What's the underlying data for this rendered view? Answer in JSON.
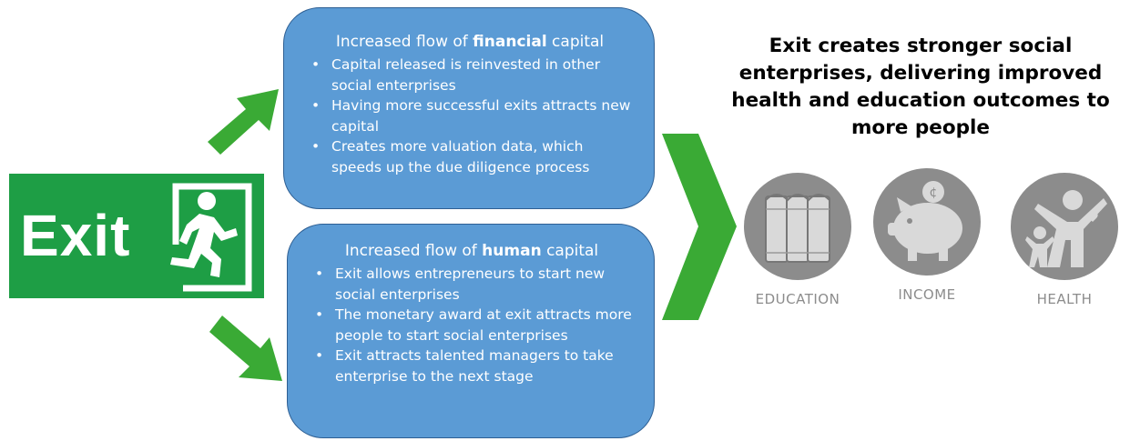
{
  "exit_sign": {
    "label": "Exit",
    "color": "#1e9e45"
  },
  "financial_box": {
    "title_prefix": "Increased flow of ",
    "title_emphasis": "financial",
    "title_suffix": " capital",
    "bullets": [
      "Capital released is reinvested in other social enterprises",
      "Having more successful exits attracts new capital",
      "Creates more valuation data, which speeds up the due diligence process"
    ]
  },
  "human_box": {
    "title_prefix": "Increased flow of ",
    "title_emphasis": "human",
    "title_suffix": " capital",
    "bullets": [
      "Exit allows entrepreneurs to start new social enterprises",
      "The monetary award at exit attracts more people to start social enterprises",
      "Exit attracts talented managers to take enterprise to the next stage"
    ]
  },
  "outcome_heading": "Exit creates stronger social enterprises, delivering improved health and education outcomes to more people",
  "outcomes": [
    {
      "label": "EDUCATION",
      "icon": "books-icon"
    },
    {
      "label": "INCOME",
      "icon": "piggy-bank-icon"
    },
    {
      "label": "HEALTH",
      "icon": "family-icon"
    }
  ],
  "colors": {
    "arrow_green": "#3aaa35",
    "box_blue": "#5b9bd5",
    "icon_gray": "#8c8c8c"
  }
}
